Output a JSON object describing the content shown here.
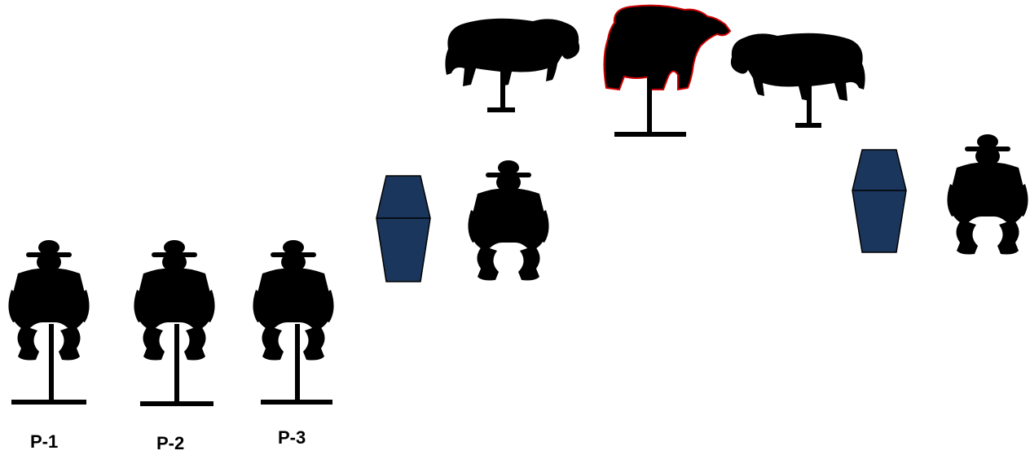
{
  "stage_labels": {
    "p1": "P-1",
    "p2": "P-2",
    "p3": "P-3"
  },
  "colors": {
    "silhouette": "#000000",
    "barricade_fill": "#1b365d",
    "barricade_stroke": "#000000",
    "bear_outline": "#cc0000"
  },
  "icons": {
    "pistol_target": "cowboy-silhouette-icon",
    "rifle_target": "buffalo-silhouette-icon",
    "bear_target": "bear-silhouette-icon",
    "barricade": "barrel-barricade-icon"
  }
}
